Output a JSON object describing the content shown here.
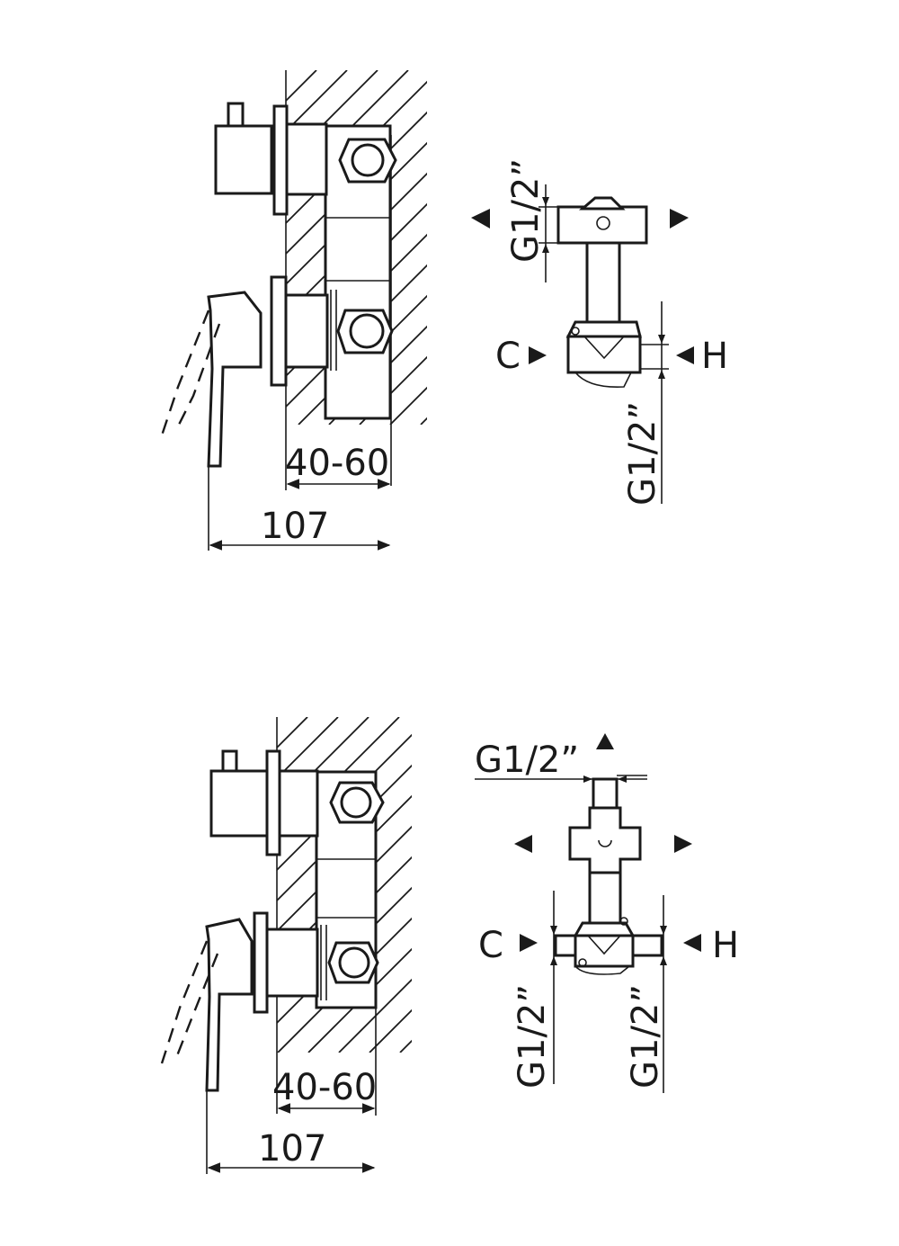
{
  "drawing_1": {
    "dim_depth": "40-60",
    "dim_total": "107",
    "thread_top": "G1/2”",
    "thread_bottom": "G1/2”",
    "label_cold": "C",
    "label_hot": "H"
  },
  "drawing_2": {
    "dim_depth": "40-60",
    "dim_total": "107",
    "thread_top": "G1/2”",
    "thread_left": "G1/2”",
    "thread_right": "G1/2”",
    "label_cold": "C",
    "label_hot": "H"
  },
  "colors": {
    "line": "#1a1a1a",
    "background": "#ffffff"
  }
}
